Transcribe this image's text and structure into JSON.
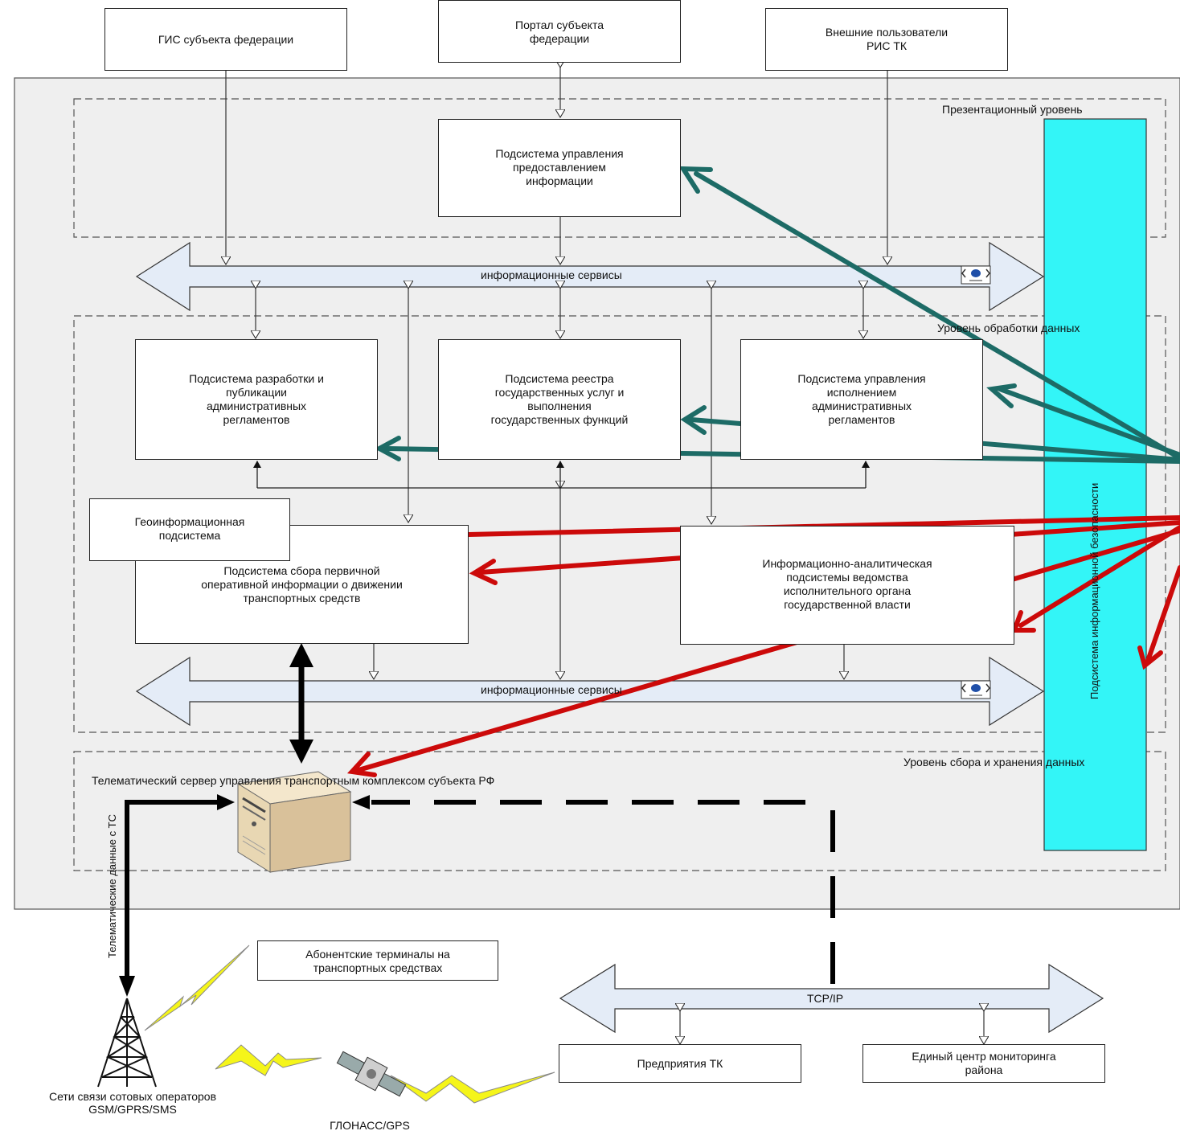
{
  "top_boxes": {
    "gis_region": "ГИС субъекта федерации",
    "portal": "Портал субъекта\nфедерации",
    "external_users": "Внешние пользователи\nРИС ТК"
  },
  "levels": {
    "presentation": "Презентационный уровень",
    "processing": "Уровень обработки данных",
    "storage": "Уровень сбора и хранения данных"
  },
  "subsystems": {
    "info_provision": "Подсистема управления\nпредоставлением\nинформации",
    "regulations_dev": "Подсистема разработки и\nпубликации\nадминистративных\nрегламентов",
    "services_registry": "Подсистема реестра\nгосударственных услуг и\nвыполнения\nгосударственных функций",
    "regulations_exec": "Подсистема управления\nисполнением\nадминистративных\nрегламентов",
    "geo": "Геоинформационная\nподсистема",
    "primary_collection": "Подсистема сбора первичной\nоперативной информации о движении\nтранспортных средств",
    "analytics": "Информационно-аналитическая\nподсистемы ведомства\nисполнительного органа\nгосударственной власти"
  },
  "buses": {
    "info_services_top": "информационные сервисы",
    "info_services_bottom": "информационные сервисы",
    "tcp_ip": "TCP/IP"
  },
  "security_subsystem": "Подсистема информационной безопасности",
  "telematic_server": "Телематический сервер управления транспортным комплексом субъекта РФ",
  "telematic_data": "Телематические данные с ТС",
  "bottom": {
    "subscriber_terminals": "Абонентские терминалы на\nтранспортных средствах",
    "enterprises": "Предприятия ТК",
    "monitoring_center": "Единый центр мониторинга\nрайона",
    "cellular": "Сети связи сотовых операторов\nGSM/GPRS/SMS",
    "glonass": "ГЛОНАСС/GPS"
  },
  "colors": {
    "panel": "#efefef",
    "security": "#33f5f7",
    "bus_fill": "#e4ecf7",
    "teal_arrow": "#1d6b66",
    "red_arrow": "#cc0a0a",
    "lightning": "#f5f51a"
  }
}
